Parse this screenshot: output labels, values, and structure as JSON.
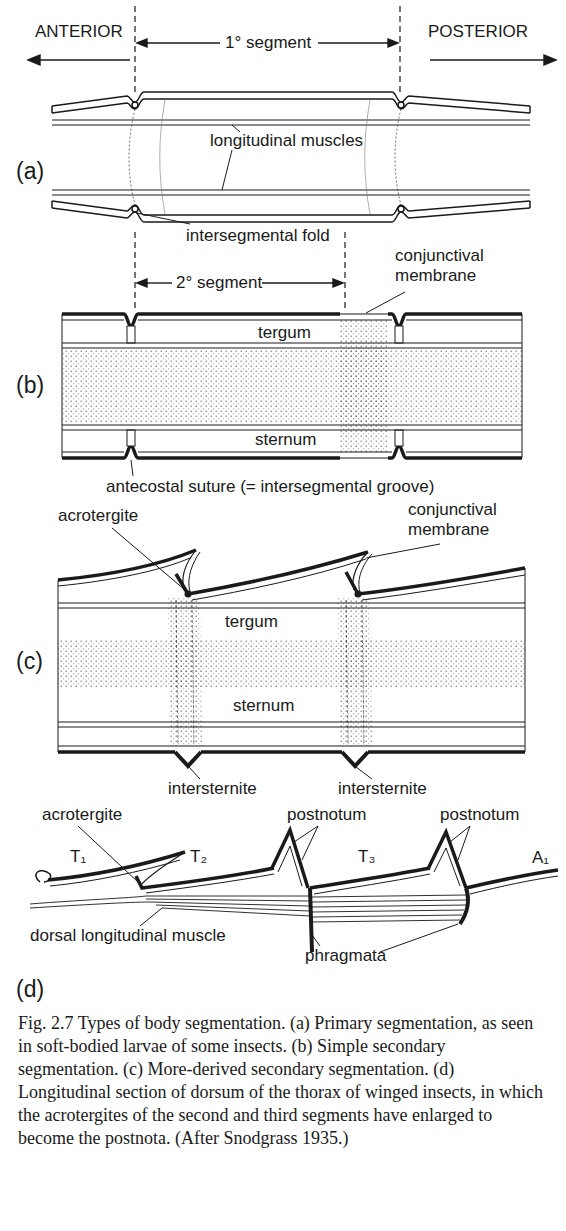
{
  "diagram": {
    "caption": "Fig. 2.7 Types of body segmentation. (a) Primary segmentation, as seen in soft-bodied larvae of some insects. (b) Simple secondary segmentation. (c) More-derived secondary segmentation. (d) Longitudinal section of dorsum of the thorax of winged insects, in which the acrotergites of the second and third segments have enlarged to become the postnota. (After Snodgrass 1935.)",
    "labels": [
      "ANTERIOR",
      "1° segment",
      "POSTERIOR",
      "longitudinal muscles",
      "(a)",
      "intersegmental fold",
      "2° segment",
      "conjunctival membrane",
      "tergum",
      "(b)",
      "sternum",
      "antecostal suture (= intersegmental groove)",
      "acrotergite",
      "conjunctival membrane",
      "tergum",
      "(c)",
      "sternum",
      "intersternite",
      "intersternite",
      "acrotergite",
      "postnotum",
      "postnotum",
      "T₁",
      "T₂",
      "T₃",
      "A₁",
      "dorsal longitudinal muscle",
      "phragmata",
      "(d)"
    ]
  }
}
